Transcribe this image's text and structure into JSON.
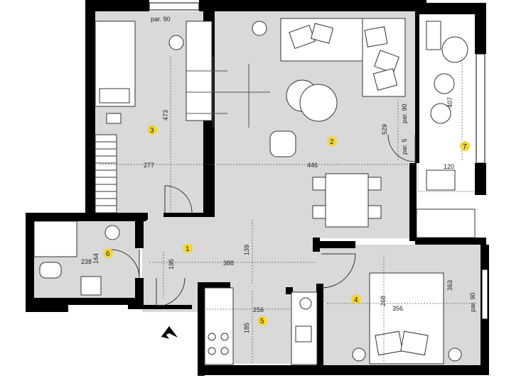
{
  "rooms": [
    {
      "id": "1",
      "badge_color": "#f2d53c"
    },
    {
      "id": "2",
      "badge_color": "#f2d53c"
    },
    {
      "id": "3",
      "badge_color": "#f2d53c"
    },
    {
      "id": "4",
      "badge_color": "#f2d53c"
    },
    {
      "id": "5",
      "badge_color": "#f2d53c"
    },
    {
      "id": "6",
      "badge_color": "#f2d53c"
    },
    {
      "id": "7",
      "badge_color": "#f2d53c"
    }
  ],
  "dimensions": {
    "room3_height": "473",
    "room3_width": "277",
    "living_width": "446",
    "living_height": "529",
    "hall_width": "388",
    "hall_height_left": "195",
    "hall_height_right": "139",
    "kitchen_width": "256",
    "kitchen_height": "185",
    "bedroom_width": "356",
    "bedroom_height_a": "268",
    "bedroom_height_b": "363",
    "bath_width": "238",
    "bath_height": "164",
    "balcony_width": "120",
    "balcony_height": "407"
  },
  "labels": {
    "par_top": "par. 90",
    "par_balcony": "par. 90",
    "par_small": "par. 5",
    "par_bedroom": "par. 90"
  },
  "colors": {
    "wall": "#000000",
    "floor": "#d9d9d9",
    "balcony_floor": "#ffffff",
    "furniture": "#ffffff",
    "badge": "#f2d53c"
  },
  "icons": {
    "north_arrow": "north-arrow-icon"
  }
}
